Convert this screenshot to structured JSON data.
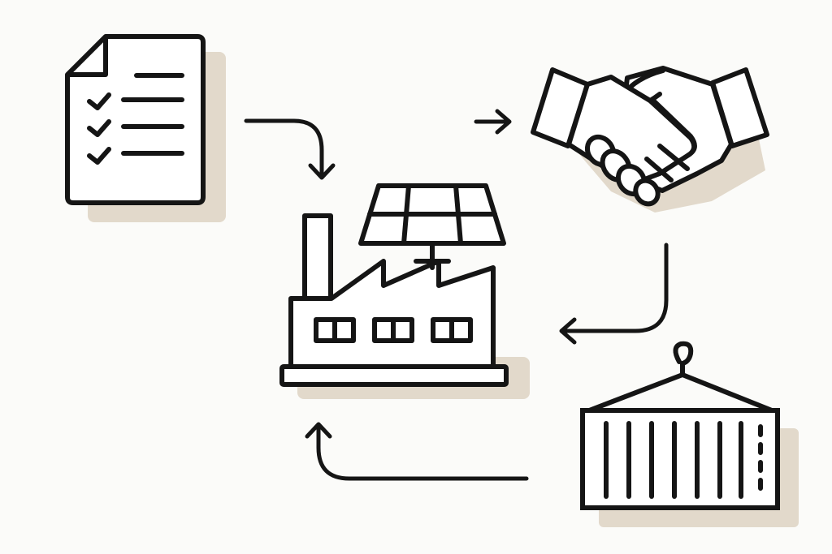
{
  "diagram": {
    "colors": {
      "background": "#fbfbf9",
      "stroke": "#151515",
      "shadow": "#e2d9cb",
      "fill": "#ffffff"
    },
    "nodes": [
      {
        "id": "checklist",
        "icon": "checklist-document-icon",
        "label": ""
      },
      {
        "id": "handshake",
        "icon": "handshake-icon",
        "label": ""
      },
      {
        "id": "factory",
        "icon": "solar-factory-icon",
        "label": ""
      },
      {
        "id": "container",
        "icon": "shipping-container-icon",
        "label": ""
      }
    ],
    "edges": [
      {
        "from": "checklist",
        "to": "factory"
      },
      {
        "from": "factory",
        "to": "handshake"
      },
      {
        "from": "handshake",
        "to": "factory"
      },
      {
        "from": "container",
        "to": "factory"
      }
    ]
  }
}
